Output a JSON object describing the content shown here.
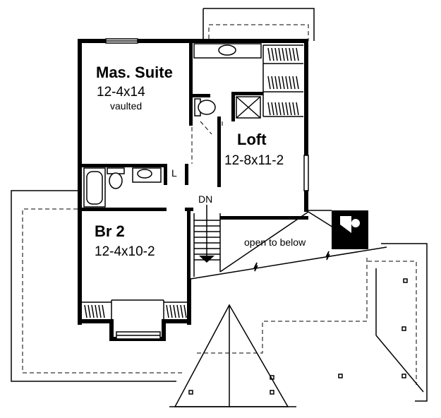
{
  "rooms": {
    "master_suite": {
      "name": "Mas. Suite",
      "size": "12-4x14",
      "note": "vaulted"
    },
    "loft": {
      "name": "Loft",
      "size": "12-8x11-2"
    },
    "bedroom_2": {
      "name": "Br 2",
      "size": "12-4x10-2"
    }
  },
  "labels": {
    "linen": "L",
    "stairs_down": "DN",
    "open_to_below": "open to below"
  }
}
